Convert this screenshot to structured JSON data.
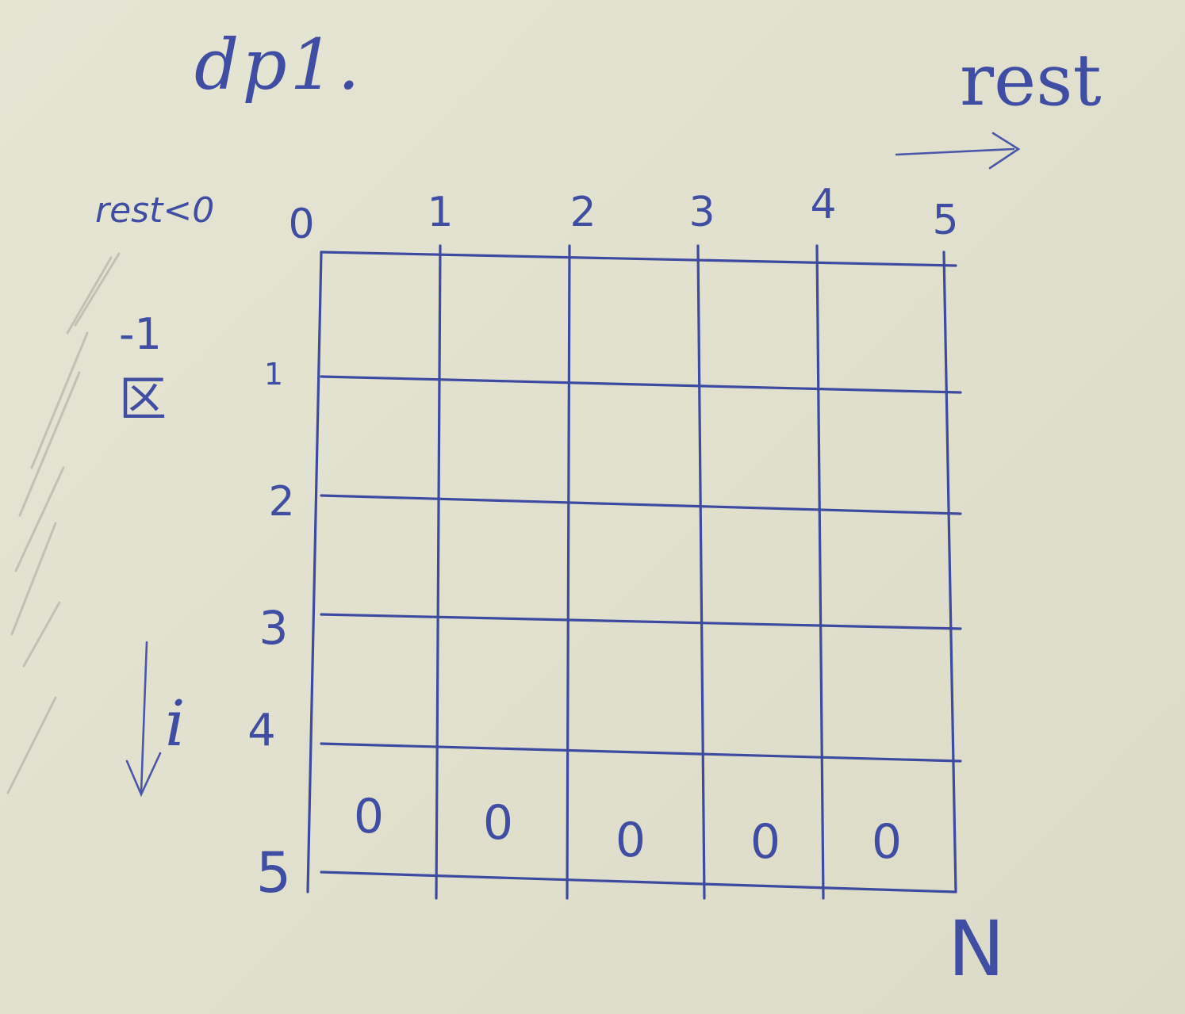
{
  "title": "dp1.",
  "axis_label": "rest",
  "row_variable": "i",
  "corner_label": "N",
  "condition_label": "rest<0",
  "condition_value": "-1",
  "condition_box_glyph": "区",
  "col_indices": [
    "0",
    "1",
    "2",
    "3",
    "4",
    "5"
  ],
  "row_indices": [
    "1",
    "2",
    "3",
    "4",
    "5"
  ],
  "last_row_values": [
    "0",
    "0",
    "0",
    "0",
    "0"
  ],
  "colors": {
    "ink": "#3f4ea3",
    "paper": "#e3e2d0",
    "pencil": "#b9b9ab"
  }
}
